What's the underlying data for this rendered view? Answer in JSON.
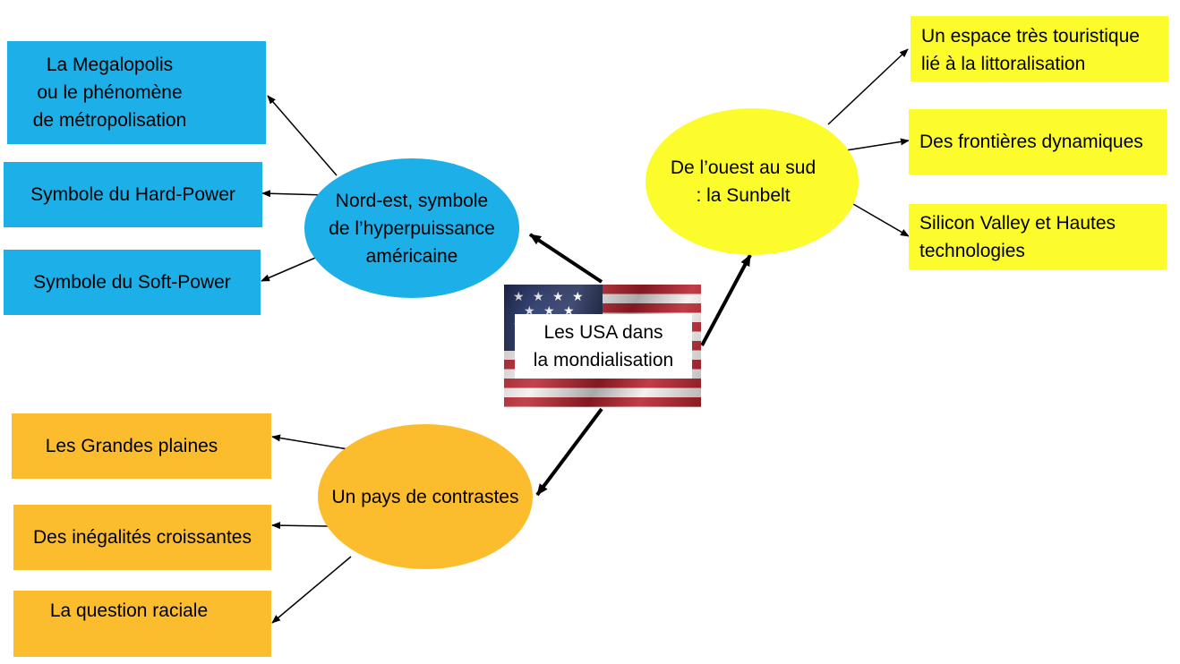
{
  "center": {
    "lines": [
      "Les USA dans",
      "la mondialisation"
    ]
  },
  "northeast": {
    "title": "Nord-est, symbole\nde l’hyperpuissance\naméricaine",
    "color": "#1cafe8",
    "items": [
      "La Megalopolis\nou le phénomène\nde métropolisation",
      "Symbole du Hard-Power",
      "Symbole du Soft-Power"
    ]
  },
  "sunbelt": {
    "title": "De l’ouest au sud\n: la Sunbelt",
    "color": "#fcfb2c",
    "items": [
      "Un espace très touristique\nlié à la littoralisation",
      "Des frontières dynamiques",
      "Silicon Valley et Hautes\ntechnologies"
    ]
  },
  "contrasts": {
    "title": "Un pays de contrastes",
    "color": "#fbbd2e",
    "items": [
      "Les Grandes plaines",
      "Des inégalités croissantes",
      "La question raciale"
    ]
  }
}
